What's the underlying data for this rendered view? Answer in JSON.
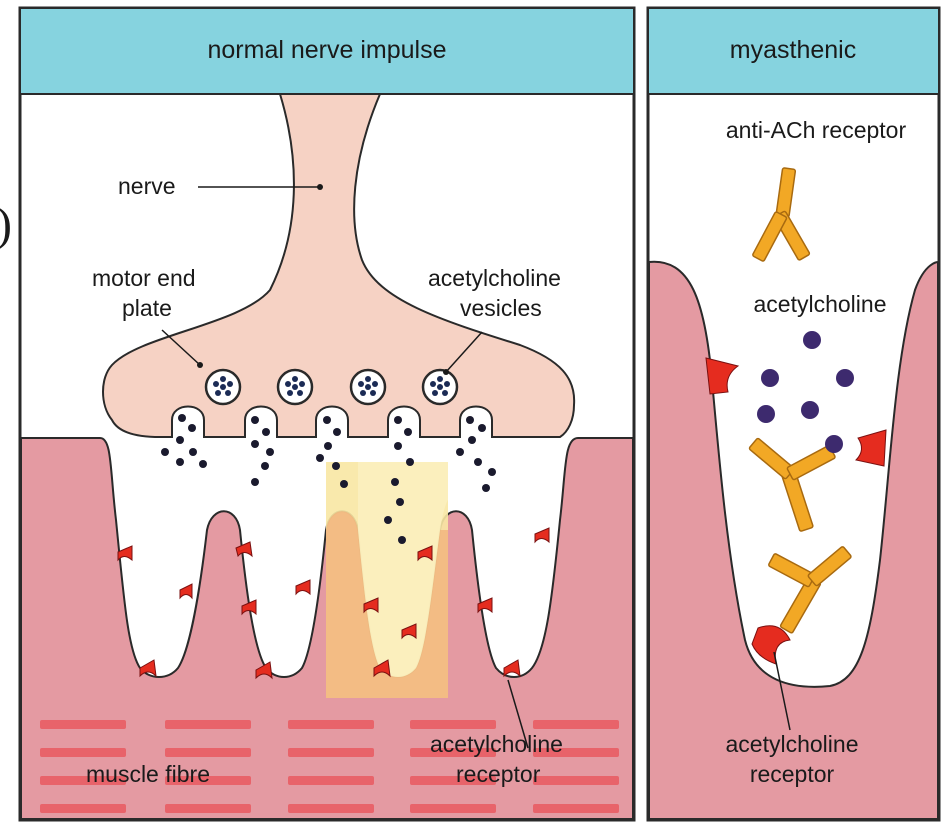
{
  "panels": {
    "left_title": "normal nerve impulse",
    "right_title": "myasthenic"
  },
  "labels": {
    "nerve": "nerve",
    "motor_end_plate_line1": "motor end",
    "motor_end_plate_line2": "plate",
    "vesicles_line1": "acetylcholine",
    "vesicles_line2": "vesicles",
    "receptor_left_line1": "acetylcholine",
    "receptor_left_line2": "receptor",
    "muscle_fibre": "muscle fibre",
    "anti_ach": "anti-ACh receptor",
    "acetylcholine": "acetylcholine",
    "receptor_right_line1": "acetylcholine",
    "receptor_right_line2": "receptor"
  },
  "edge_glyph": ")",
  "colors": {
    "header": "#86d3df",
    "nerve": "#f6d2c4",
    "muscle": "#e49aa2",
    "highlight": "#f8e7a3",
    "highlight_deep": "#f2b07a",
    "receptor": "#e52c1f",
    "antibody": "#f2a825",
    "ach_dot": "#3d2a6e",
    "fibre_stripe": "#e8636a"
  }
}
